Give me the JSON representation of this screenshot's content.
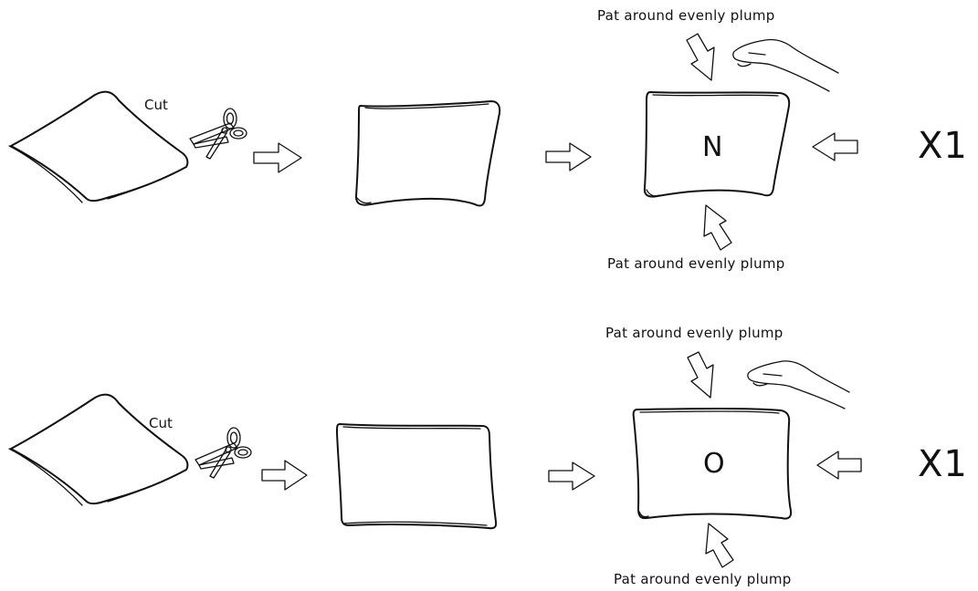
{
  "rows": [
    {
      "cut_label": "Cut",
      "pat_top": "Pat around evenly plump",
      "pat_bottom": "Pat around evenly plump",
      "letter": "N",
      "multiplier": "X1"
    },
    {
      "cut_label": "Cut",
      "pat_top": "Pat around evenly plump",
      "pat_bottom": "Pat around evenly plump",
      "letter": "O",
      "multiplier": "X1"
    }
  ]
}
